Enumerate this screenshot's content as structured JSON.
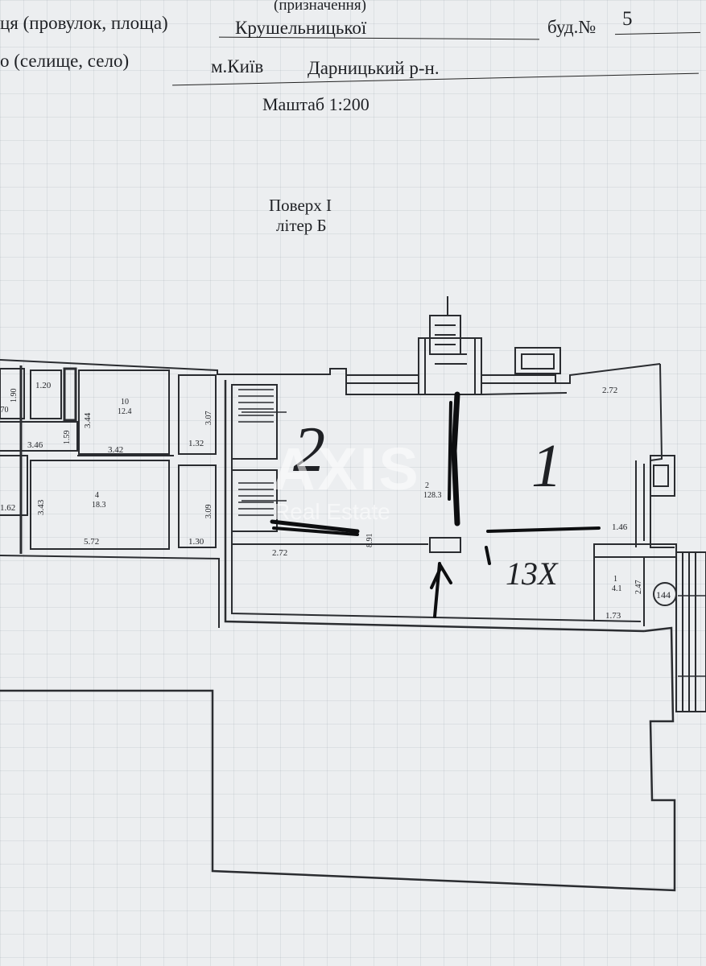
{
  "header": {
    "purpose_caption": "(призначення)",
    "street_label": "ця (провулок, площа)",
    "street_value": "Крушельницької",
    "building_label": "буд.№",
    "building_value": "5",
    "city_label": "о (селище, село)",
    "city_value": "м.Київ",
    "district_value": "Дарницький р-н.",
    "scale": "Маштаб 1:200"
  },
  "plan": {
    "floor_title": "Поверх I",
    "letter": "літер Б",
    "dimensions": {
      "d_1_20": "1.20",
      "d_1_90": "1.90",
      "d_1_70": ".70",
      "d_3_44": "3.44",
      "d_3_42": "3.42",
      "d_3_46": "3.46",
      "d_1_59": "1.59",
      "d_1_62": "1.62",
      "d_3_43": "3.43",
      "d_5_72": "5.72",
      "d_3_07": "3.07",
      "d_1_32": "1.32",
      "d_3_09": "3.09",
      "d_1_30": "1.30",
      "d_2_72_top": "2.72",
      "d_2_72_mid": "2.72",
      "d_8_91": "8.91",
      "d_1_46": "1.46",
      "d_2_47": "2.47",
      "d_1_73": "1.73"
    },
    "rooms": {
      "r10_num": "10",
      "r10_area": "12.4",
      "r4_num": "4",
      "r4_area": "18.3",
      "r2_num": "2",
      "r2_area": "128.3",
      "r1_num": "1",
      "r1_area": "4.1"
    },
    "stamp_number": "144",
    "handwriting": {
      "zone_two": "2",
      "zone_one": "1",
      "area_note": "13Х"
    }
  },
  "watermark": {
    "brand": "AXIS",
    "subtitle": "Real Estate"
  }
}
